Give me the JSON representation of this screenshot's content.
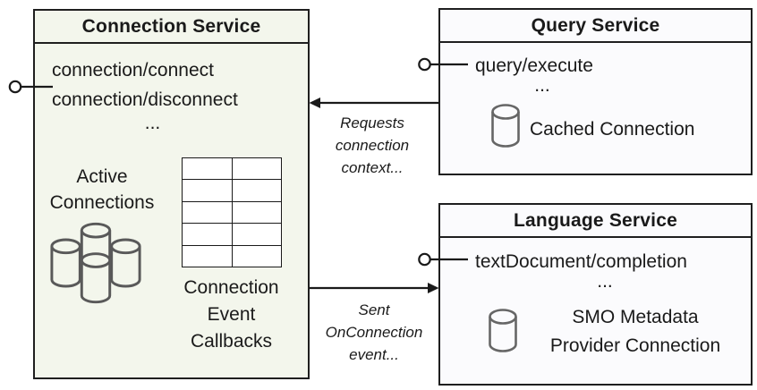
{
  "colors": {
    "connection_box_fill": "#F3F6EC",
    "service_box_fill": "#FBFBFD",
    "box_border": "#1F1F1F",
    "icon_stroke": "#595959",
    "arrow_color": "#1A1A1A"
  },
  "connection_service": {
    "title": "Connection Service",
    "endpoints": [
      "connection/connect",
      "connection/disconnect"
    ],
    "ellipsis": "...",
    "active_connections_label": "Active\nConnections",
    "callbacks_label": "Connection\nEvent\nCallbacks"
  },
  "query_service": {
    "title": "Query Service",
    "endpoint": "query/execute",
    "ellipsis": "...",
    "cached_connection_label": "Cached Connection"
  },
  "language_service": {
    "title": "Language Service",
    "endpoint": "textDocument/completion",
    "ellipsis": "...",
    "metadata_connection_label": "SMO Metadata\nProvider Connection"
  },
  "arrows": {
    "requests_connection": {
      "label": "Requests\nconnection\ncontext...",
      "from": "Query Service",
      "to": "Connection Service"
    },
    "on_connection_event": {
      "label": "Sent\nOnConnection\nevent...",
      "from": "Connection Service",
      "to": "Language Service"
    }
  }
}
